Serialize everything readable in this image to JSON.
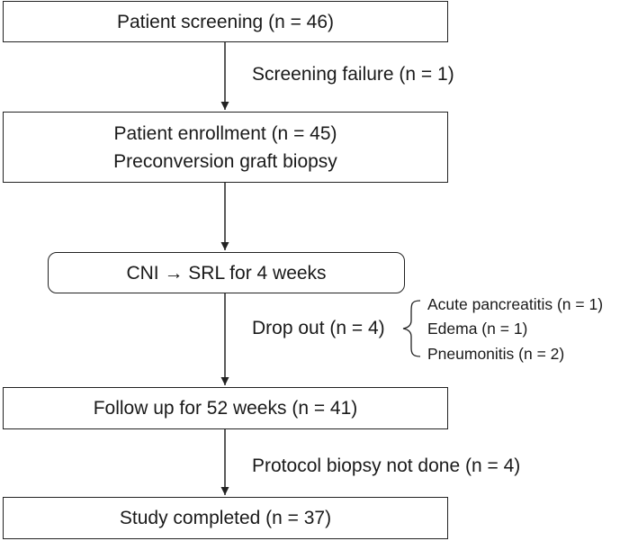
{
  "boxes": {
    "screening": "Patient screening (n = 46)",
    "enrollment": [
      "Patient enrollment (n = 45)",
      "Preconversion graft biopsy"
    ],
    "conversion": "CNI → SRL for 4 weeks",
    "followup": "Follow up for 52 weeks (n = 41)",
    "completed": "Study completed (n = 37)"
  },
  "exits": {
    "screening_failure": "Screening failure (n = 1)",
    "drop_out": "Drop out (n = 4)",
    "drop_out_reasons": [
      "Acute pancreatitis (n = 1)",
      "Edema (n = 1)",
      "Pneumonitis (n = 2)"
    ],
    "protocol_biopsy": "Protocol biopsy not done (n = 4)"
  }
}
